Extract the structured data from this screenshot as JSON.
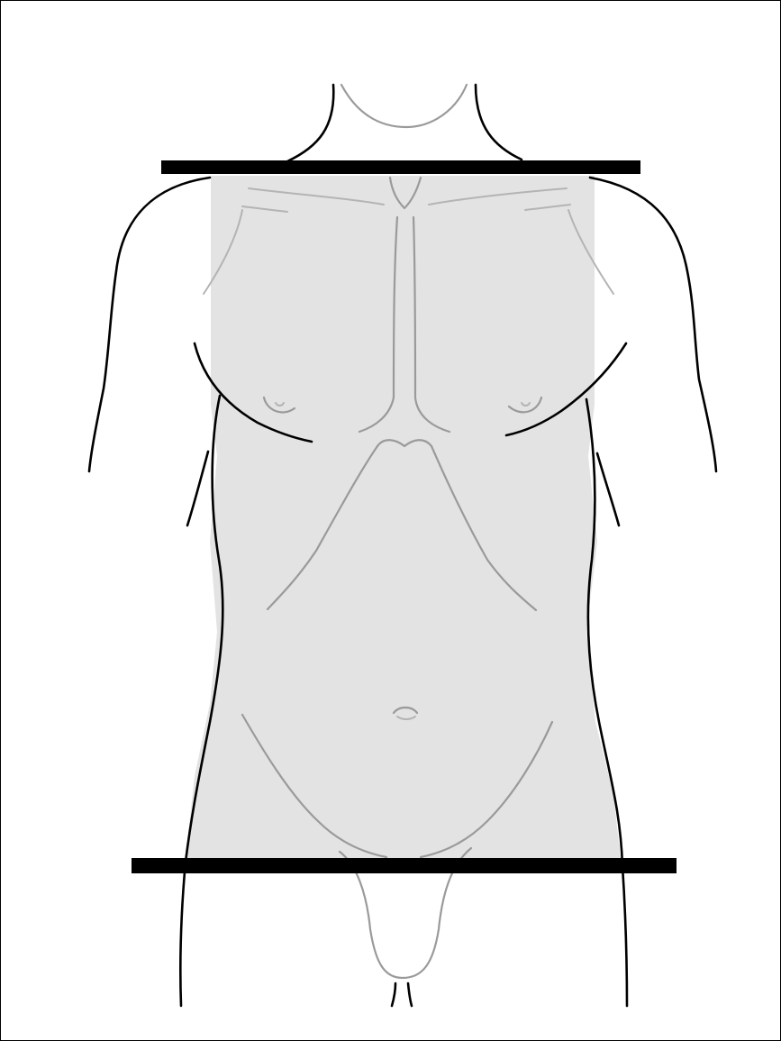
{
  "figure": {
    "subject": "anterior-torso-line-drawing",
    "colors": {
      "frame": "#000000",
      "background": "#ffffff",
      "highlight_region": "#e3e3e3",
      "body_outline": "#000000",
      "anatomy_detail": "#9a9a9a",
      "boundary_bar": "#000000"
    },
    "highlight_region": "shaded-rectangle-between-upper-and-lower-boundary",
    "boundary_lines": [
      "upper-boundary-clavicle-level",
      "lower-boundary-groin-level"
    ]
  }
}
